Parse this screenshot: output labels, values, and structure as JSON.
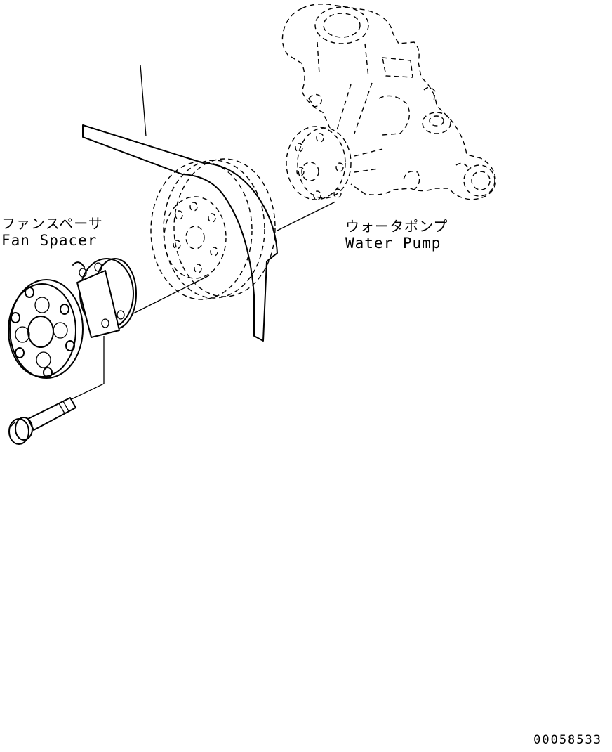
{
  "labels": {
    "fan_spacer": {
      "jp": "ファンスペーサ",
      "en": "Fan Spacer"
    },
    "water_pump": {
      "jp": "ウォータポンプ",
      "en": "Water Pump"
    }
  },
  "drawing_number": "00058533",
  "colors": {
    "line": "#000000",
    "background": "#ffffff"
  }
}
